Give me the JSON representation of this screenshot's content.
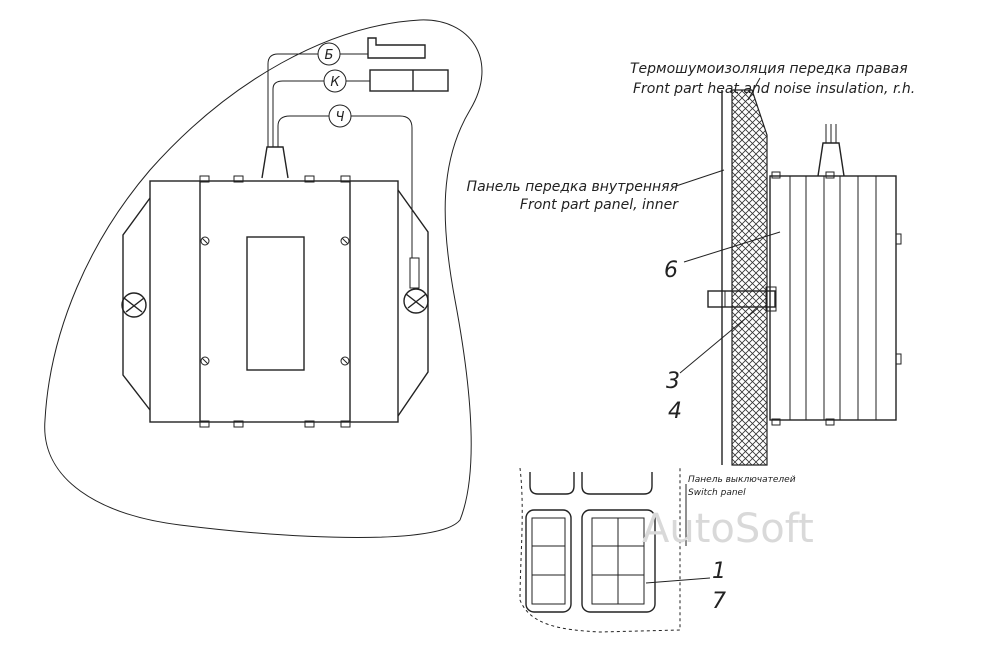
{
  "labels": {
    "insulation_ru": "Термошумоизоляция передка правая",
    "insulation_en": "Front part heat and noise insulation, r.h.",
    "panel_ru": "Панель передка внутренняя",
    "panel_en": "Front part panel, inner",
    "switch_ru": "Панель выключателей",
    "switch_en": "Switch panel"
  },
  "wire_markers": {
    "b": "Б",
    "k": "К",
    "ch": "Ч"
  },
  "callouts": {
    "n6": "6",
    "n3": "3",
    "n4": "4",
    "n1": "1",
    "n7": "7"
  },
  "watermark": "AutoSoft"
}
